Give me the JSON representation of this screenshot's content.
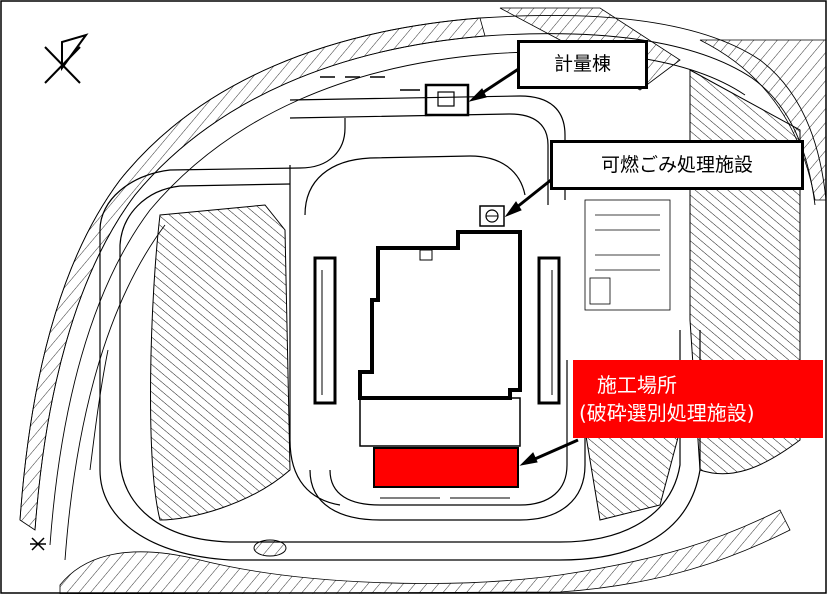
{
  "labels": {
    "weighing_building": "計量棟",
    "combustible_facility": "可燃ごみ処理施設",
    "construction_site_line1": "施工場所",
    "construction_site_line2": "(破砕選別処理施設)"
  },
  "colors": {
    "highlight": "#ff0000",
    "line": "#000000",
    "background": "#ffffff"
  },
  "icons": [
    "north-arrow-icon",
    "benchmark-icon"
  ]
}
